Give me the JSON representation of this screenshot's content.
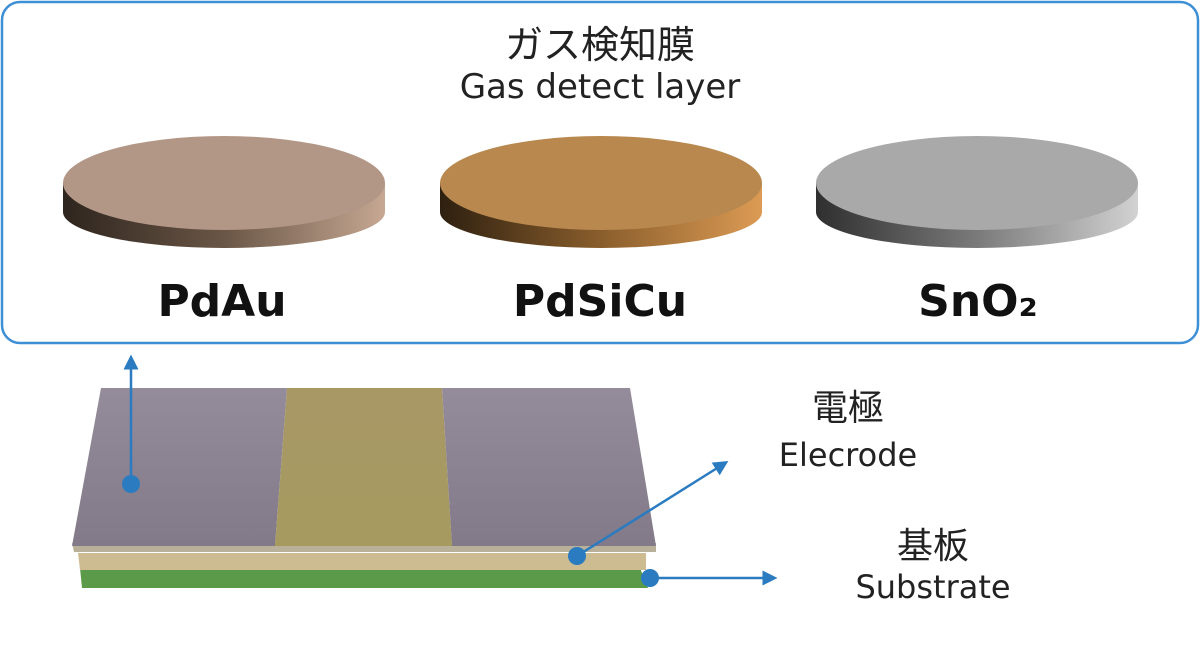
{
  "panel": {
    "title_jp": "ガス検知膜",
    "title_en": "Gas detect layer"
  },
  "materials": [
    {
      "label": "PdAu",
      "top_color": "#b39786",
      "side_color_dark": "#3a2f26",
      "side_color_light": "#c2a48f"
    },
    {
      "label": "PdSiCu",
      "top_color": "#b8884f",
      "side_color_dark": "#3b2a16",
      "side_color_light": "#d99a52"
    },
    {
      "label": "SnO₂",
      "top_color": "#a9a9a9",
      "side_color_dark": "#3a3a3a",
      "side_color_light": "#cfcfcf"
    }
  ],
  "labels": {
    "electrode_jp": "電極",
    "electrode_en": "Elecrode",
    "substrate_jp": "基板",
    "substrate_en": "Substrate"
  },
  "colors": {
    "accent": "#2a7bbf",
    "panel_border": "#3d8fd6",
    "electrode": "#8d8595",
    "detect_strip": "#a99a62",
    "substrate_green": "#5a9a48",
    "layer_tan": "#cdbb92"
  }
}
